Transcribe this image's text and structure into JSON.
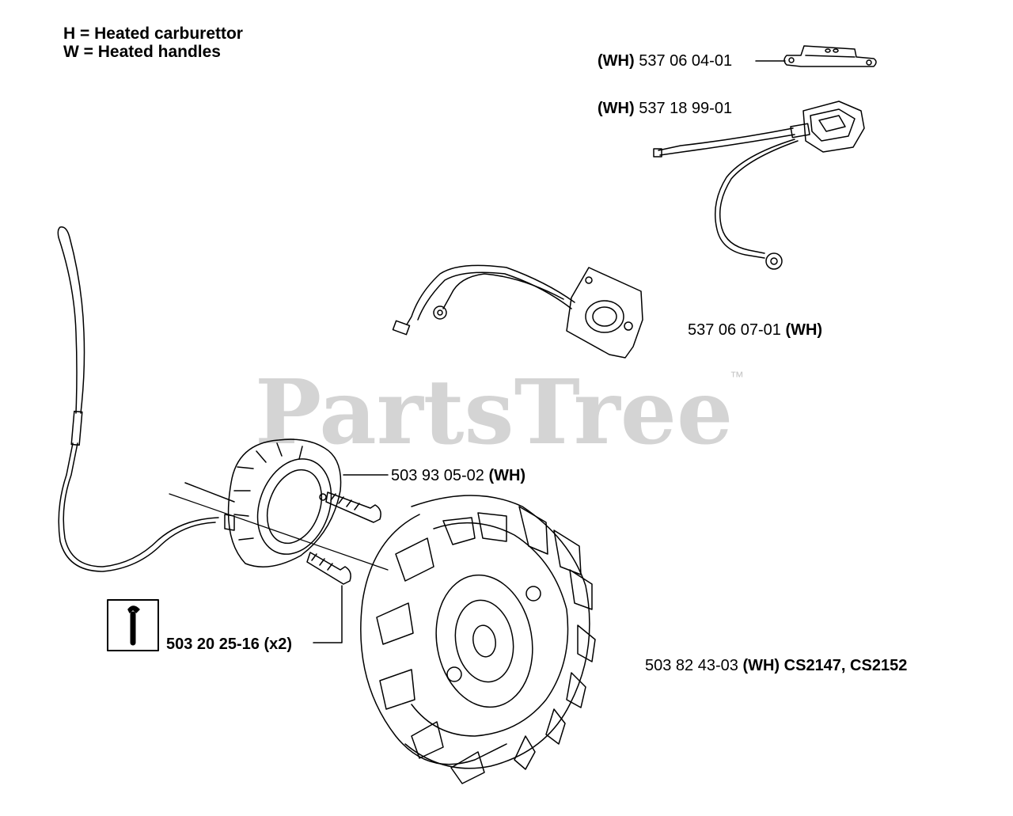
{
  "legend": {
    "line1": "H = Heated carburettor",
    "line2": "W = Heated handles"
  },
  "watermark": {
    "text": "PartsTree",
    "tm": "™"
  },
  "parts": {
    "clip": {
      "code": "(WH)",
      "number": "537 06 04-01"
    },
    "switch": {
      "code": "(WH)",
      "number": "537 18 99-01"
    },
    "gasket_heater": {
      "number": "537 06 07-01",
      "code": "(WH)"
    },
    "generator": {
      "number": "503 93 05-02",
      "code": "(WH)"
    },
    "screw": {
      "number": "503 20 25-16",
      "qty": "(x2)"
    },
    "flywheel": {
      "number": "503 82 43-03",
      "code": "(WH)",
      "models": "CS2147, CS2152"
    }
  },
  "colors": {
    "line": "#000000",
    "watermark": "#d4d4d4"
  }
}
